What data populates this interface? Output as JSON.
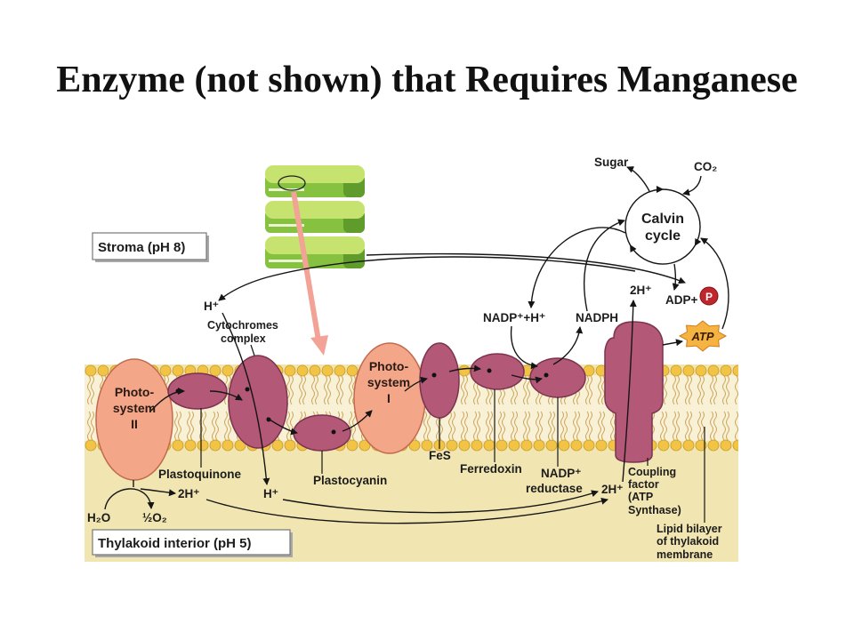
{
  "title": "Enzyme (not shown) that Requires Manganese",
  "regions": {
    "stroma": "Stroma (pH 8)",
    "thylakoid_interior": "Thylakoid interior (pH 5)"
  },
  "calvin_cycle": {
    "label": [
      "Calvin",
      "cycle"
    ],
    "sugar": "Sugar",
    "co2": "CO₂"
  },
  "components": {
    "photosystem_ii": [
      "Photo-",
      "system",
      "II"
    ],
    "photosystem_i": [
      "Photo-",
      "system",
      "I"
    ],
    "cytochromes_complex": [
      "Cytochromes",
      "complex"
    ],
    "plastoquinone": "Plastoquinone",
    "plastocyanin": "Plastocyanin",
    "fes": "FeS",
    "ferredoxin": "Ferredoxin",
    "nadp_reductase": [
      "NADP⁺",
      "reductase"
    ],
    "coupling_factor": [
      "Coupling",
      "factor",
      "(ATP",
      "Synthase)"
    ],
    "lipid_bilayer": [
      "Lipid bilayer",
      "of thylakoid",
      "membrane"
    ]
  },
  "molecules": {
    "h_plus_stroma": "H⁺",
    "two_h_plus_synthase_top": "2H⁺",
    "nadp_plus_h": "NADP⁺+H⁺",
    "nadph": "NADPH",
    "adp": "ADP+",
    "phosphate": "P",
    "atp": "ATP",
    "water": "H₂O",
    "oxygen": "½O₂",
    "two_h_plus_psii": "2H⁺",
    "h_plus_cytochrome": "H⁺",
    "two_h_plus_reductase": "2H⁺"
  },
  "colors": {
    "protein": "#b35876",
    "photosystem": "#f4a689",
    "thylakoid_interior": "#f1e6b1",
    "membrane_core": "#f8f1d6",
    "lipid_head": "#f1c446",
    "thylakoid_green": "#86c240",
    "thylakoid_light": "#c5e36e",
    "phosphate": "#c0272d",
    "atp_burst": "#f5b342",
    "light_arrow": "#f2a396"
  }
}
